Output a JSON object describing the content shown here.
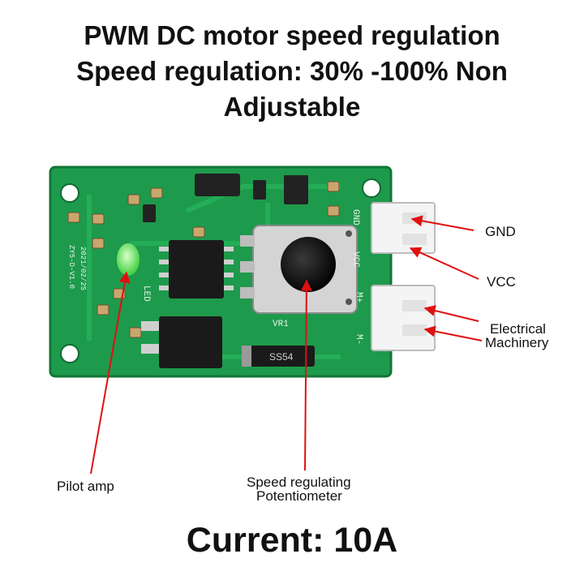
{
  "title": {
    "line1": "PWM DC motor speed regulation",
    "line2": "Speed regulation: 30% -100% Non",
    "line3": "Adjustable"
  },
  "labels": {
    "gnd": "GND",
    "vcc": "VCC",
    "motor_line1": "Electrical",
    "motor_line2": "Machinery",
    "pilot": "Pilot amp",
    "pot_line1": "Speed regulating",
    "pot_line2": "Potentiometer"
  },
  "footer": "Current: 10A",
  "board_markings": {
    "silk_gnd": "GND",
    "silk_vcc": "VCC",
    "silk_m_plus": "M+",
    "silk_m_minus": "M-",
    "vr": "VR1",
    "diode": "SS54",
    "led": "LED",
    "date": "2021/02/25",
    "version": "ZY5-D-V1.0"
  },
  "colors": {
    "pcb": "#1e9a4c",
    "arrow": "#e01010",
    "led": "#7cf26a"
  }
}
